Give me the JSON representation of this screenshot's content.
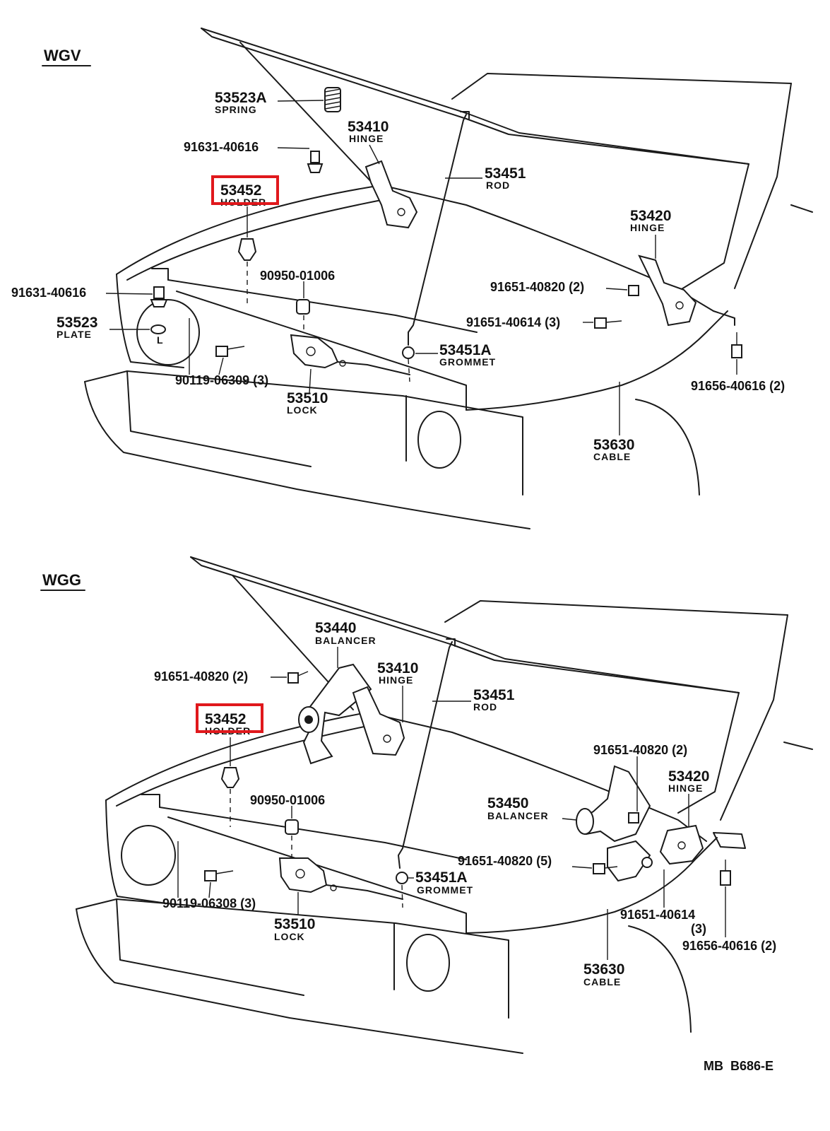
{
  "sections": {
    "top_title": "WGV",
    "bottom_title": "WGG"
  },
  "highlight_color": "#e0181c",
  "top": {
    "spring_num": "53523A",
    "spring_name": "SPRING",
    "hinge_l_num": "53410",
    "hinge_l_name": "HINGE",
    "bolt1": "91631-40616",
    "rod_num": "53451",
    "rod_name": "ROD",
    "holder_num": "53452",
    "holder_name": "HOLDER",
    "hinge_r_num": "53420",
    "hinge_r_name": "HINGE",
    "cushion": "90950-01006",
    "bolt2": "91651-40820 (2)",
    "bolt3": "91631-40616",
    "plate_num": "53523",
    "plate_name": "PLATE",
    "bolt4": "91651-40614 (3)",
    "grommet_num": "53451A",
    "grommet_name": "GROMMET",
    "bolt5": "90119-06309 (3)",
    "lock_num": "53510",
    "lock_name": "LOCK",
    "bolt6": "91656-40616 (2)",
    "cable_num": "53630",
    "cable_name": "CABLE",
    "plate_mark": "L"
  },
  "bottom": {
    "bal_l_num": "53440",
    "bal_l_name": "BALANCER",
    "hinge_l_num": "53410",
    "hinge_l_name": "HINGE",
    "bolt1": "91651-40820 (2)",
    "rod_num": "53451",
    "rod_name": "ROD",
    "holder_num": "53452",
    "holder_name": "HOLDER",
    "bolt2": "91651-40820 (2)",
    "hinge_r_num": "53420",
    "hinge_r_name": "HINGE",
    "cushion": "90950-01006",
    "bal_r_num": "53450",
    "bal_r_name": "BALANCER",
    "bolt3": "91651-40820 (5)",
    "grommet_num": "53451A",
    "grommet_name": "GROMMET",
    "bolt4": "90119-06308 (3)",
    "bolt5_a": "91651-40614",
    "bolt5_b": "(3)",
    "lock_num": "53510",
    "lock_name": "LOCK",
    "bolt6": "91656-40616 (2)",
    "cable_num": "53630",
    "cable_name": "CABLE"
  },
  "footer_ref": "MB  B686-E"
}
